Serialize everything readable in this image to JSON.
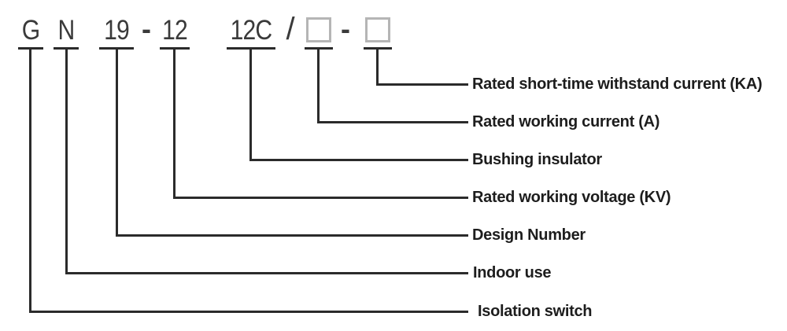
{
  "diagram": {
    "description": "Model designation diagram for isolation switch GN19-12 12C",
    "model_code": {
      "segments": [
        {
          "char": "G",
          "label": "Isolation switch"
        },
        {
          "char": "N",
          "label": "Indoor use"
        },
        {
          "char": "19",
          "label": "Design Number"
        },
        {
          "char": "12",
          "label": "Rated working voltage (KV)"
        },
        {
          "char": "12C",
          "label": "Bushing insulator"
        },
        {
          "char": "",
          "placeholder": true,
          "label": "Rated working current (A)"
        },
        {
          "char": "",
          "placeholder": true,
          "label": "Rated short-time withstand current (KA)"
        }
      ],
      "separators": {
        "dash1": "-",
        "slash": "/",
        "dash2": "-"
      }
    }
  },
  "colors": {
    "line": "#2b2b2b",
    "code_text": "#3a3a3a",
    "label_text": "#1d1d1d",
    "box_border": "#b5b5b5"
  }
}
